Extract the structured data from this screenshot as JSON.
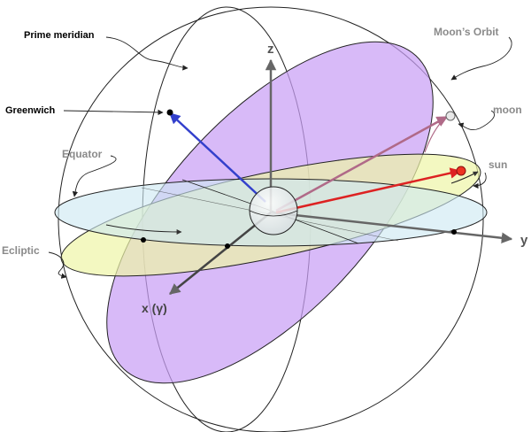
{
  "labels": {
    "prime_meridian": "Prime meridian",
    "greenwich": "Greenwich",
    "equator": "Equator",
    "ecliptic": "Ecliptic",
    "moons_orbit": "Moon’s Orbit",
    "moon": "moon",
    "sun": "sun",
    "axis_z": "z",
    "axis_y": "y",
    "axis_x": "x (γ)"
  },
  "colors": {
    "moon_orbit_fill": "#c9a0f5",
    "equator_fill": "#cde9f2",
    "ecliptic_fill": "#eef5a6",
    "greenwich_vector": "#3340cc",
    "moon_vector": "#b06a88",
    "sun_vector": "#dd2222",
    "axis": "#666666",
    "sphere_line": "#222222"
  }
}
